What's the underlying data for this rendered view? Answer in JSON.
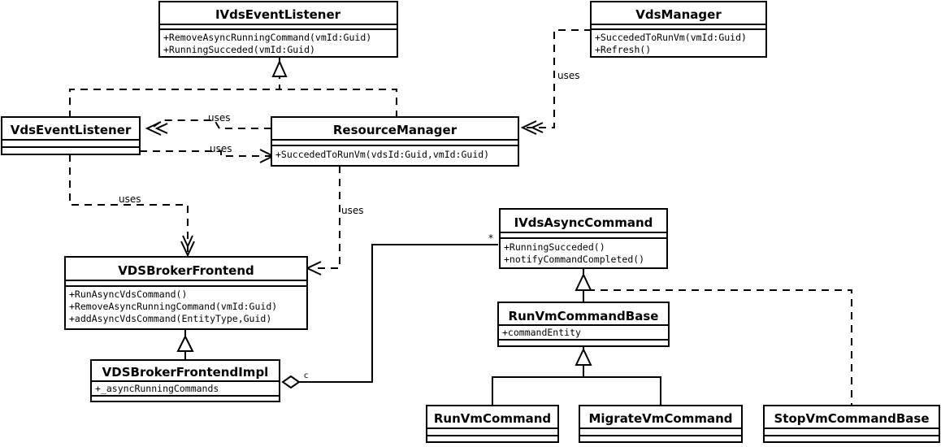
{
  "diagram": {
    "type": "uml-class-diagram",
    "title": "",
    "background_color": "#ffffff",
    "line_color": "#000000"
  },
  "classes": {
    "ivdseventlistener": {
      "name": "IVdsEventListener",
      "stereotype": "interface",
      "members": [
        "+RemoveAsyncRunningCommand(vmId:Guid)",
        "+RunningSucceded(vmId:Guid)"
      ]
    },
    "vdsmanager": {
      "name": "VdsManager",
      "stereotype": "class",
      "members": [
        "+SuccededToRunVm(vmId:Guid)",
        "+Refresh()"
      ]
    },
    "vdseventlistener": {
      "name": "VdsEventListener",
      "stereotype": "class",
      "members": []
    },
    "resourcemanager": {
      "name": "ResourceManager",
      "stereotype": "class",
      "members": [
        "+SuccededToRunVm(vdsId:Guid,vmId:Guid)"
      ]
    },
    "ivdsasynccommand": {
      "name": "IVdsAsyncCommand",
      "stereotype": "interface",
      "members": [
        "+RunningSucceded()",
        "+notifyCommandCompleted()"
      ]
    },
    "vdsbrokerfrontend": {
      "name": "VDSBrokerFrontend",
      "stereotype": "class",
      "members": [
        "+RunAsyncVdsCommand()",
        "+RemoveAsyncRunningCommand(vmId:Guid)",
        "+addAsyncVdsCommand(EntityType,Guid)"
      ]
    },
    "vdsbrokerfrontendimpl": {
      "name": "VDSBrokerFrontendImpl",
      "stereotype": "class",
      "members": [
        "+_asyncRunningCommands"
      ]
    },
    "runvmcommandbase": {
      "name": "RunVmCommandBase",
      "stereotype": "class",
      "members": [
        "+commandEntity"
      ]
    },
    "runvmcommand": {
      "name": "RunVmCommand",
      "stereotype": "class",
      "members": []
    },
    "migratevmcommand": {
      "name": "MigrateVmCommand",
      "stereotype": "class",
      "members": []
    },
    "stopvmcommandbase": {
      "name": "StopVmCommandBase",
      "stereotype": "class",
      "members": []
    }
  },
  "edge_labels": {
    "uses_rm_to_vel": "uses",
    "uses_vel_to_rm": "uses",
    "uses_vel_to_frontend": "uses",
    "uses_rm_to_frontend": "uses",
    "uses_vdsmanager_to_rm": "uses",
    "multiplicity_star": "*",
    "aggregation_c": "c"
  }
}
